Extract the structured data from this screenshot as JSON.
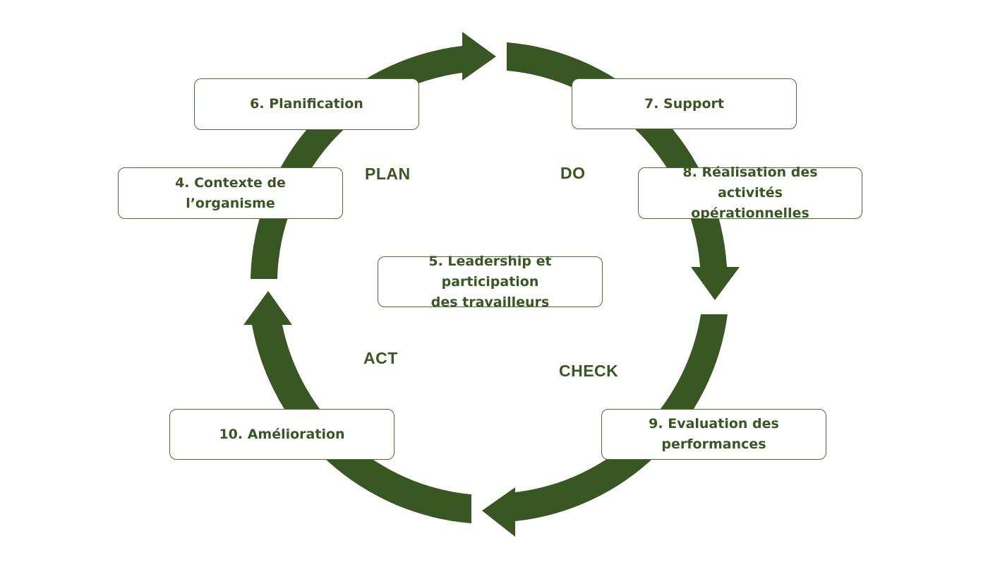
{
  "colors": {
    "arrow": "#385723",
    "text": "#385723",
    "box_border": "#4e6b33",
    "background": "#ffffff"
  },
  "phases": {
    "plan": "PLAN",
    "do": "DO",
    "check": "CHECK",
    "act": "ACT"
  },
  "clauses": {
    "planification": "6. Planification",
    "support": "7. Support",
    "contexte": "4. Contexte de l’organisme",
    "realisation": "8. Réalisation  des activités\nopérationnelles",
    "leadership": "5. Leadership  et participation\ndes travailleurs",
    "amelioration": "10. Amélioration",
    "evaluation": "9. Evaluation  des\nperformances"
  }
}
